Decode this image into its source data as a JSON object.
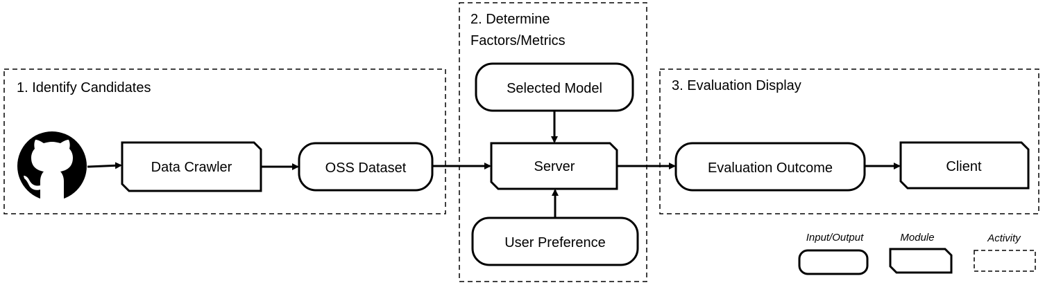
{
  "activities": {
    "identify": {
      "title": "1. Identify Candidates"
    },
    "determine": {
      "title_line1": "2. Determine",
      "title_line2": "Factors/Metrics"
    },
    "evaluation": {
      "title": "3. Evaluation Display"
    }
  },
  "nodes": {
    "data_crawler": "Data Crawler",
    "oss_dataset": "OSS Dataset",
    "server": "Server",
    "selected_model": "Selected Model",
    "user_preference": "User Preference",
    "evaluation_outcome": "Evaluation Outcome",
    "client": "Client"
  },
  "legend": {
    "input_output": "Input/Output",
    "module": "Module",
    "activity": "Activity"
  },
  "icons": {
    "source": "github-icon"
  }
}
